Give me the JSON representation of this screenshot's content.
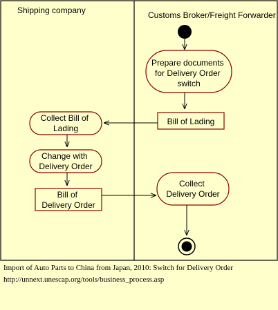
{
  "lanes": {
    "left": "Shipping company",
    "right": "Customs Broker/Freight Forwarder"
  },
  "nodes": {
    "prepare": [
      "Prepare documents",
      "for Delivery Order",
      "switch"
    ],
    "bol_right": [
      "Bill of Lading"
    ],
    "collect_bol": [
      "Collect Bill of",
      "Lading"
    ],
    "change": [
      "Change with",
      "Delivery Order"
    ],
    "bol_do": [
      "Bill of",
      "Delivery Order"
    ],
    "collect_do": [
      "Collect",
      "Delivery Order"
    ]
  },
  "caption": {
    "line1": "Import of Auto Parts to China from Japan, 2010: Switch for Delivery Order",
    "line2": "http://unnext.unescap.org/tools/business_process.asp"
  },
  "colors": {
    "background": "#ffffcc",
    "node_border": "#8b0000",
    "lane_border": "#000000"
  }
}
